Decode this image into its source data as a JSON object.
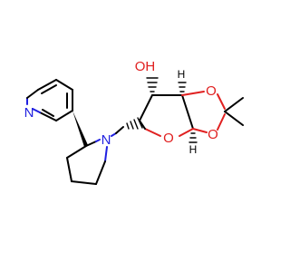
{
  "molecule": {
    "atoms": {
      "pyridine_n": "N",
      "pyrrolidine_n": "N",
      "ring_o": "O",
      "dioxolane_o1": "O",
      "dioxolane_o2": "O",
      "hydroxyl": "OH",
      "stereo_h_top": "H",
      "stereo_h_bottom": "H"
    },
    "colors": {
      "carbon": "#000000",
      "nitrogen": "#1f1fe0",
      "oxygen": "#e02020"
    }
  }
}
